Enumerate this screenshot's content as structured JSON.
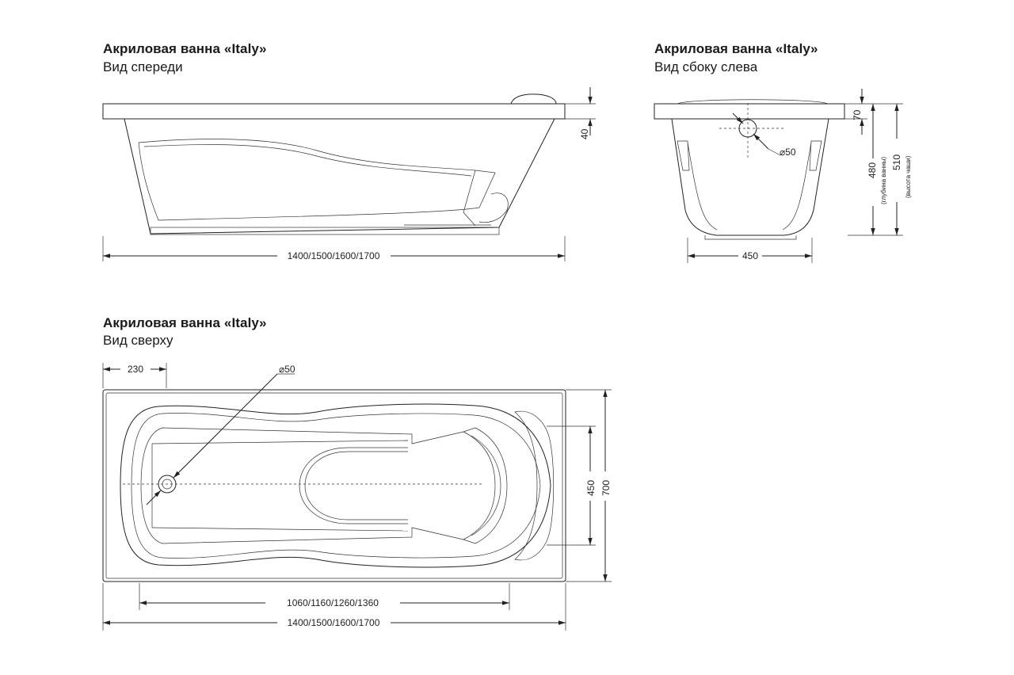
{
  "front": {
    "title": "Акриловая ванна «Italy»",
    "subtitle": "Вид спереди",
    "dim_length": "1400/1500/1600/1700",
    "dim_rim": "40"
  },
  "side": {
    "title": "Акриловая ванна «Italy»",
    "subtitle": "Вид сбоку слева",
    "dim_width": "450",
    "dim_rim": "70",
    "dim_drain": "⌀50",
    "dim_depth": "480",
    "dim_depth_note": "(глубина ванны)",
    "dim_height": "510",
    "dim_height_note": "(высота чаши)"
  },
  "top": {
    "title": "Акриловая ванна «Italy»",
    "subtitle": "Вид сверху",
    "dim_drain_offset": "230",
    "dim_drain": "⌀50",
    "dim_inner_length": "1060/1160/1260/1360",
    "dim_length": "1400/1500/1600/1700",
    "dim_inner_width": "450",
    "dim_width": "700"
  }
}
